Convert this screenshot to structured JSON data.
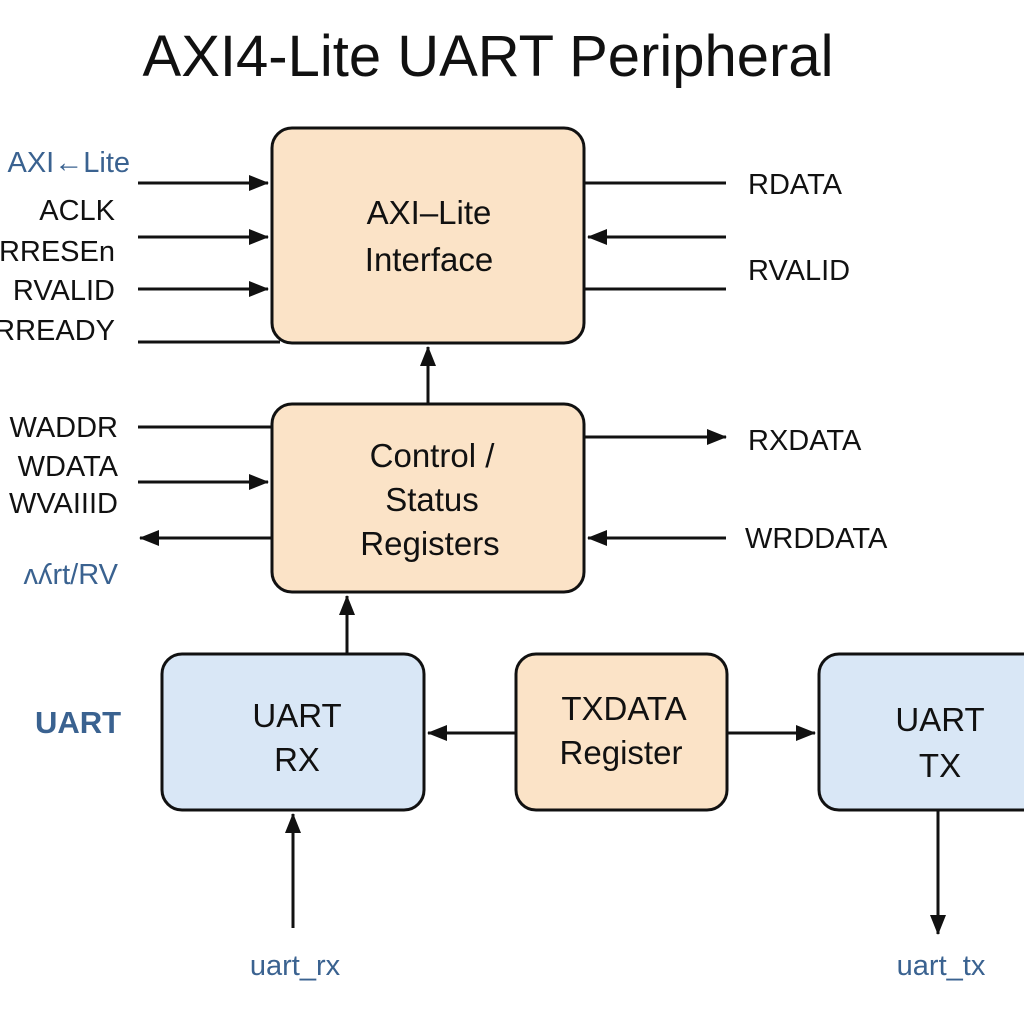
{
  "title": "AXI4-Lite UART Peripheral",
  "colors": {
    "peach_fill": "#fbe3c7",
    "blue_fill": "#d9e7f6",
    "label_blue": "#3a6290",
    "stroke": "#111111"
  },
  "left_signals": {
    "axi_group": "AXI←Lite",
    "aclk": "ACLK",
    "aresetn": "RRESEn",
    "rvalid": "RVALID",
    "rready": "RREADY",
    "waddr": "WADDR",
    "wdata": "WDATA",
    "wvalid": "WVAIIID",
    "irq": "ʌʎrt/RV"
  },
  "right_signals": {
    "rdata": "RDATA",
    "rvalid": "RVALID",
    "rxdata": "RXDATA",
    "wrddata": "WRDDATA"
  },
  "uart_section": "UART",
  "boxes": {
    "axi_interface": [
      "AXI–Lite",
      "Interface"
    ],
    "ctrl_status": [
      "Control /",
      "Status",
      "Registers"
    ],
    "uart_rx": [
      "UART",
      "RX"
    ],
    "txdata_reg": [
      "TXDATA",
      "Register"
    ],
    "uart_tx": [
      "UART",
      "TX"
    ]
  },
  "pins": {
    "uart_rx": "uart_rx",
    "uart_tx": "uart_tx"
  }
}
